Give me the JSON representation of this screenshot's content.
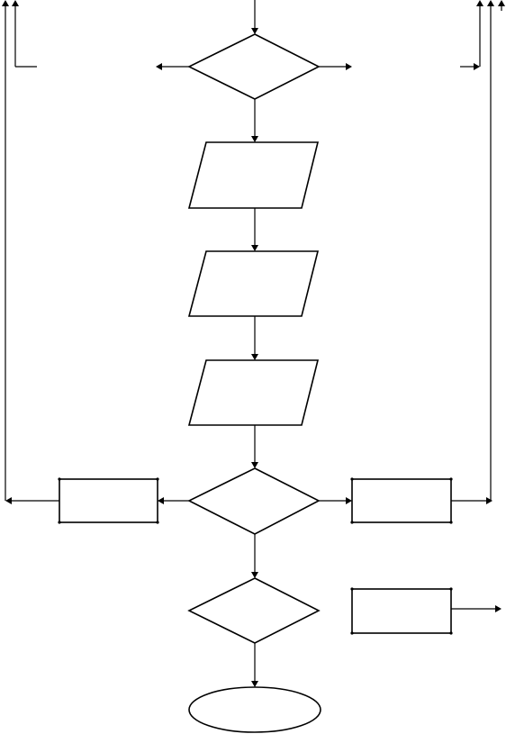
{
  "diagram": {
    "type": "flowchart",
    "stroke_color": "#000000",
    "fill_color": "#ffffff",
    "background": "#ffffff",
    "nodes": [
      {
        "id": "decision-top",
        "shape": "diamond",
        "label": ""
      },
      {
        "id": "io-1",
        "shape": "parallelogram",
        "label": ""
      },
      {
        "id": "io-2",
        "shape": "parallelogram",
        "label": ""
      },
      {
        "id": "io-3",
        "shape": "parallelogram",
        "label": ""
      },
      {
        "id": "decision-middle",
        "shape": "diamond",
        "label": ""
      },
      {
        "id": "process-left",
        "shape": "rectangle",
        "label": ""
      },
      {
        "id": "process-right",
        "shape": "rectangle",
        "label": ""
      },
      {
        "id": "decision-bottom",
        "shape": "diamond",
        "label": ""
      },
      {
        "id": "process-far-right",
        "shape": "rectangle",
        "label": ""
      },
      {
        "id": "terminator",
        "shape": "ellipse",
        "label": ""
      }
    ],
    "edges": [
      {
        "from": "entry",
        "to": "decision-top"
      },
      {
        "from": "decision-top",
        "to": "io-1"
      },
      {
        "from": "io-1",
        "to": "io-2"
      },
      {
        "from": "io-2",
        "to": "io-3"
      },
      {
        "from": "io-3",
        "to": "decision-middle"
      },
      {
        "from": "decision-middle",
        "to": "process-left"
      },
      {
        "from": "decision-middle",
        "to": "process-right"
      },
      {
        "from": "decision-middle",
        "to": "decision-bottom"
      },
      {
        "from": "decision-bottom",
        "to": "terminator"
      },
      {
        "from": "process-left",
        "to": "left-loop"
      },
      {
        "from": "process-right",
        "to": "right-loop"
      },
      {
        "from": "process-far-right",
        "to": "exit-right"
      }
    ]
  }
}
